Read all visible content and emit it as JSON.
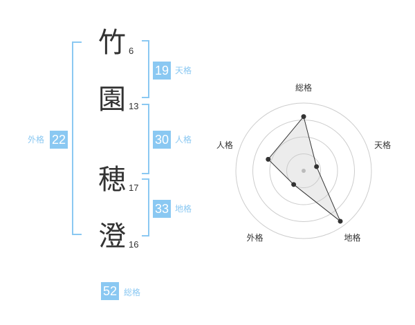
{
  "name_chars": [
    {
      "char": "竹",
      "strokes": "6"
    },
    {
      "char": "園",
      "strokes": "13"
    },
    {
      "char": "穂",
      "strokes": "17"
    },
    {
      "char": "澄",
      "strokes": "16"
    }
  ],
  "scores": {
    "tenkaku": {
      "label": "天格",
      "value": "19"
    },
    "jinkaku": {
      "label": "人格",
      "value": "30"
    },
    "chikaku": {
      "label": "地格",
      "value": "33"
    },
    "gaikaku": {
      "label": "外格",
      "value": "22"
    },
    "soukaku": {
      "label": "総格",
      "value": "52"
    }
  },
  "colors": {
    "accent": "#8ac8f2",
    "text": "#333333",
    "ring": "#cccccc"
  },
  "chart_data": {
    "type": "radar",
    "axes": [
      "総格",
      "天格",
      "地格",
      "外格",
      "人格"
    ],
    "values": [
      0.8,
      0.2,
      0.92,
      0.25,
      0.55
    ],
    "range": [
      0,
      1
    ],
    "rings": 4,
    "grid": true
  }
}
